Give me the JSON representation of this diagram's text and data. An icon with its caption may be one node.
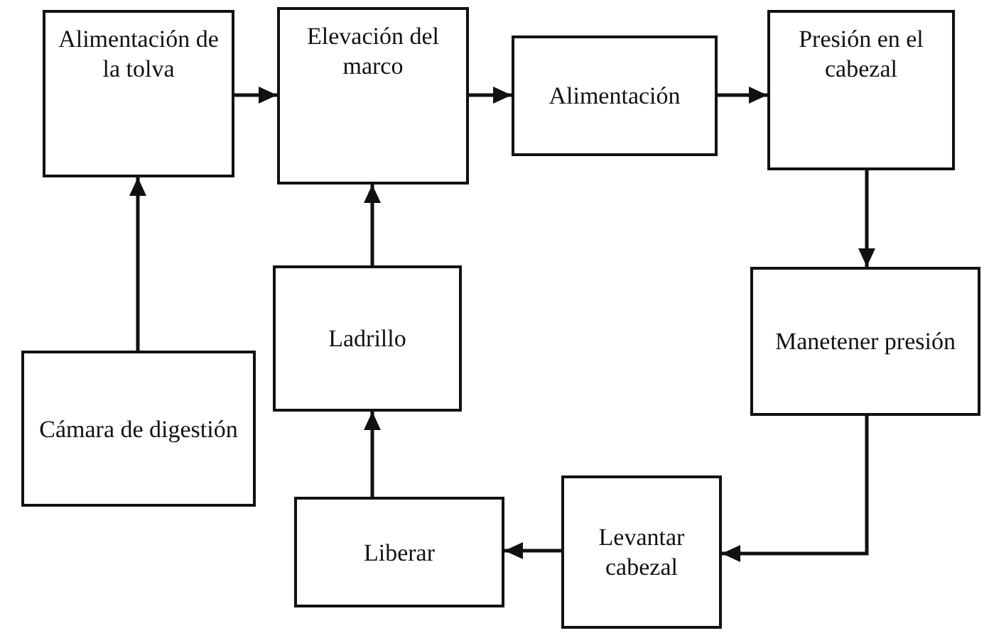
{
  "diagram": {
    "nodes": [
      {
        "text": [
          "Alimentación de la tolva"
        ]
      },
      {
        "text": [
          "Elevación del marco"
        ]
      },
      {
        "text": [
          "Alimentación"
        ]
      },
      {
        "text": [
          "Presión en el cabezal"
        ]
      },
      {
        "text": [
          "Manetener presión"
        ]
      },
      {
        "text": [
          "Levantar cabezal"
        ]
      },
      {
        "text": [
          "Liberar"
        ]
      },
      {
        "text": [
          "Ladrillo"
        ]
      },
      {
        "text": [
          "Cámara de digestión"
        ]
      }
    ],
    "edges": [
      {
        "from": 0,
        "to": 1,
        "arrow": "to"
      },
      {
        "from": 1,
        "to": 2,
        "arrow": "to"
      },
      {
        "from": 2,
        "to": 3,
        "arrow": "to"
      },
      {
        "from": 3,
        "to": 4,
        "arrow": "to"
      },
      {
        "from": 4,
        "to": 5,
        "arrow": "to"
      },
      {
        "from": 5,
        "to": 6,
        "arrow": "to"
      },
      {
        "from": 6,
        "to": 7,
        "arrow": "to"
      },
      {
        "from": 7,
        "to": 1,
        "arrow": "to"
      },
      {
        "from": 8,
        "to": 0,
        "arrow": "to"
      }
    ]
  }
}
